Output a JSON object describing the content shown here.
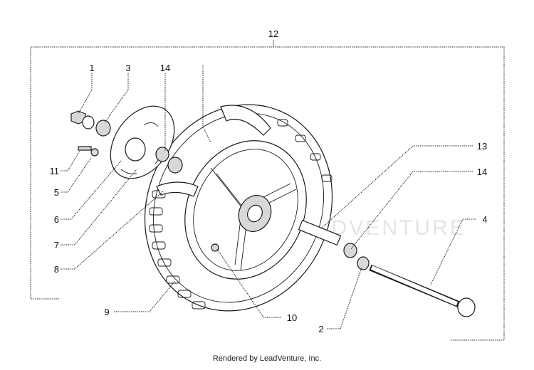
{
  "callouts": {
    "c1": "1",
    "c2": "2",
    "c3": "3",
    "c4": "4",
    "c5": "5",
    "c6": "6",
    "c7": "7",
    "c8": "8",
    "c9": "9",
    "c10": "10",
    "c11": "11",
    "c12": "12",
    "c13": "13",
    "c14a": "14",
    "c14b": "14"
  },
  "watermark": "LEADVENTURE",
  "footer": "Rendered by LeadVenture, Inc."
}
